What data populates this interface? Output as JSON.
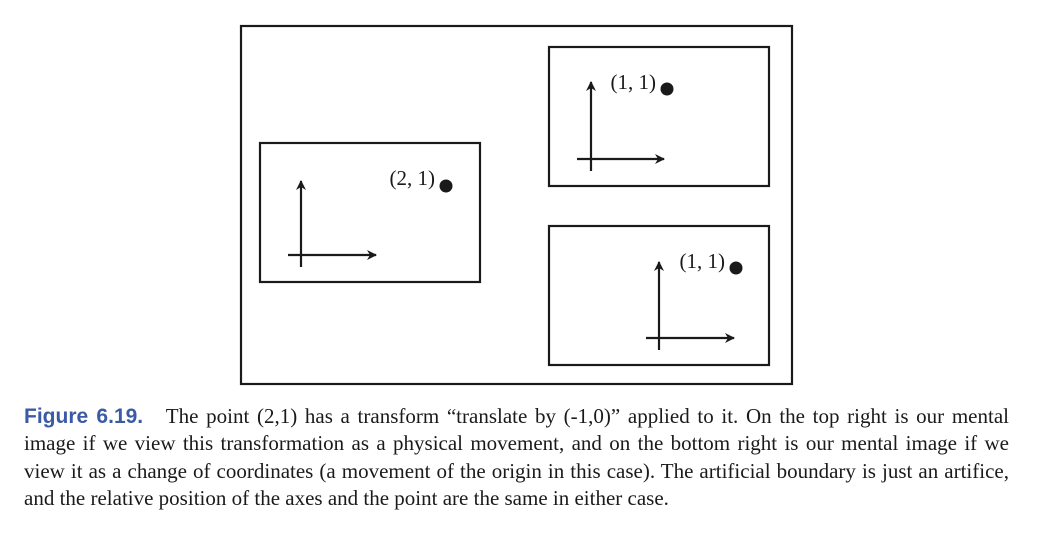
{
  "figure": {
    "left_box": {
      "point_label": "(2, 1)"
    },
    "top_right_box": {
      "point_label": "(1, 1)"
    },
    "bottom_right_box": {
      "point_label": "(1, 1)"
    }
  },
  "caption": {
    "label": "Figure 6.19.",
    "text": "The point (2,1) has a transform “translate by (-1,0)” applied to it. On the top right is our mental image if we view this transformation as a physical movement, and on the bottom right is our mental image if we view it as a change of coordinates (a movement of the origin in this case). The artificial boundary is just an artifice, and the relative position of the axes and the point are the same in either case."
  },
  "colors": {
    "ink": "#1a1a1a",
    "caption_label": "#3b5aa6"
  }
}
